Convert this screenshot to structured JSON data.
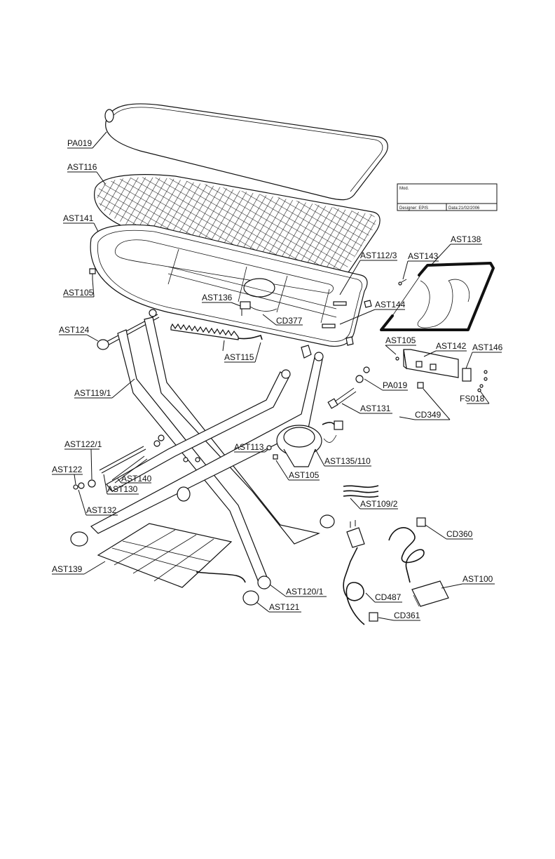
{
  "title_block": {
    "mod_label": "Mod.",
    "designer": "Designer: EPIS",
    "date": "Data:21/02/2006"
  },
  "labels": {
    "pa019_top": "PA019",
    "ast116": "AST116",
    "ast141": "AST141",
    "ast105_left": "AST105",
    "ast124": "AST124",
    "ast136": "AST136",
    "cd377": "CD377",
    "ast115": "AST115",
    "ast119_1": "AST119/1",
    "ast112_3": "AST112/3",
    "ast143": "AST143",
    "ast138": "AST138",
    "ast144": "AST144",
    "ast105_box": "AST105",
    "ast142": "AST142",
    "ast146": "AST146",
    "pa019_mid": "PA019",
    "fs018": "FS018",
    "ast131": "AST131",
    "cd349": "CD349",
    "ast122_1": "AST122/1",
    "ast113": "AST113",
    "ast135_110": "AST135/110",
    "ast122": "AST122",
    "ast140": "AST140",
    "ast130": "AST130",
    "ast105_fan": "AST105",
    "ast132": "AST132",
    "ast109_2": "AST109/2",
    "cd360": "CD360",
    "ast139": "AST139",
    "ast100": "AST100",
    "ast120_1": "AST120/1",
    "cd487": "CD487",
    "ast121": "AST121",
    "cd361": "CD361"
  }
}
